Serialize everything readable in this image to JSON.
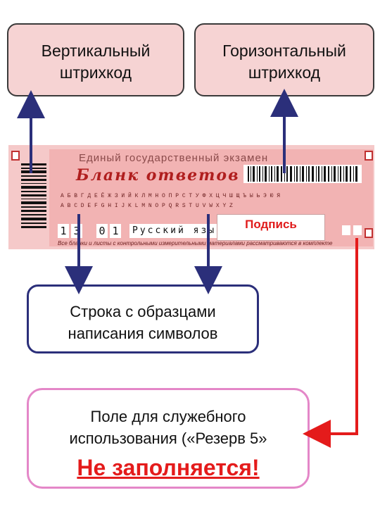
{
  "callouts": {
    "vertical_barcode": [
      "Вертикальный",
      "штрихкод"
    ],
    "horizontal_barcode": [
      "Горизонтальный",
      "штрихкод"
    ],
    "sample_row": [
      "Строка с образцами",
      "написания символов"
    ],
    "service_field": [
      "Поле для служебного",
      "использования («Резерв 5»"
    ],
    "warning": "Не заполняется!"
  },
  "form": {
    "header": "Единый государственный экзамен",
    "title": "Бланк ответов № 1",
    "sample_latin": "A B C D E F G H I J K L M N O P Q R S T U V W X Y Z",
    "sample_cyr": "А Б В Г Д Е Ё Ж З И Й К Л М Н О П Р С Т У Ф Х Ц Ч Ш Щ Ъ Ы Ь Э Ю Я",
    "region_digits": [
      "1",
      "3"
    ],
    "subject_digits": [
      "0",
      "1"
    ],
    "subject_name": "Русский язык",
    "signature_label": "Подпись",
    "instruction_line": "Все бланки и листы с контрольными измерительными материалами рассматриваются в комплекте"
  },
  "colors": {
    "arrow_blue": "#2b2f7a",
    "arrow_red": "#e41b1b",
    "callout_pink": "#f6d3d3",
    "form_pink": "#f5c9c9",
    "warning_red": "#e41b1b",
    "service_border": "#e487c8"
  }
}
